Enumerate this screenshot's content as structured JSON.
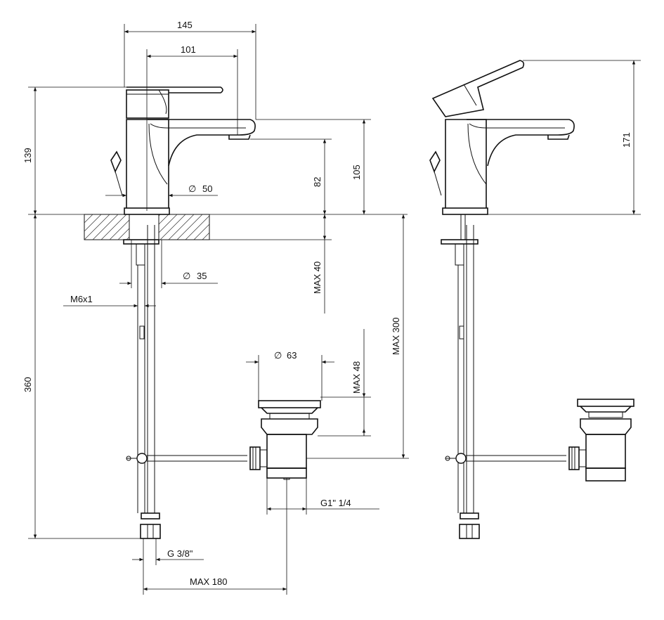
{
  "dimensions": {
    "width_145": "145",
    "width_101": "101",
    "height_139": "139",
    "height_105": "105",
    "height_82": "82",
    "dia_50": "50",
    "dia_35": "35",
    "dia_63": "63",
    "thread_m6": "M6x1",
    "max_40": "MAX 40",
    "max_48": "MAX 48",
    "max_300": "MAX 300",
    "height_360": "360",
    "thread_g1": "G1\" 1/4",
    "thread_g38": "G 3/8\"",
    "max_180": "MAX 180",
    "height_171": "171"
  },
  "symbols": {
    "diameter": "∅"
  },
  "colors": {
    "line": "#111111",
    "background": "#ffffff"
  }
}
